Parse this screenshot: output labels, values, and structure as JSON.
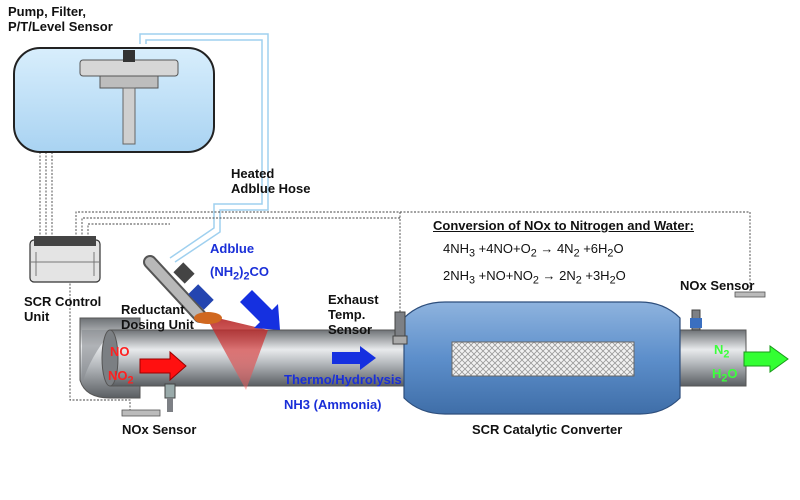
{
  "labels": {
    "pump_filter_line1": "Pump, Filter,",
    "pump_filter_line2": "P/T/Level Sensor",
    "heated_hose_line1": "Heated",
    "heated_hose_line2": "Adblue Hose",
    "scr_control_line1": "SCR Control",
    "scr_control_line2": "Unit",
    "dosing_line1": "Reductant",
    "dosing_line2": "Dosing Unit",
    "adblue": "Adblue",
    "exhaust_temp_line1": "Exhaust",
    "exhaust_temp_line2": "Temp.",
    "exhaust_temp_line3": "Sensor",
    "thermo": "Thermo/Hydrolysis",
    "nh3": "NH3 (Ammonia)",
    "nox_sensor_left": "NOx Sensor",
    "nox_sensor_right": "NOx Sensor",
    "catalytic": "SCR Catalytic Converter",
    "conversion_title": "Conversion of NOx to Nitrogen and Water:",
    "no": "NO",
    "no2": "NO",
    "n2": "N",
    "h2o_h": "H",
    "h2o_o": "O"
  },
  "formulas": {
    "adblue_formula": [
      "(NH",
      "2",
      ")",
      "2",
      "CO"
    ],
    "eq1": [
      "4NH",
      "3",
      " +4NO+O",
      "2",
      " → 4N",
      "2",
      " +6H",
      "2",
      "O"
    ],
    "eq2": [
      "2NH",
      "3",
      " +NO+NO",
      "2",
      " → 2N",
      "2",
      " +3H",
      "2",
      "O"
    ]
  },
  "colors": {
    "tank": "#b9ddf5",
    "converter": "#5b8fc9",
    "pipe": "#a8acb0",
    "label_blue": "#1a2fd8",
    "arrow_red": "#ff1010",
    "arrow_blue": "#1530e0",
    "arrow_green": "#33ff33"
  }
}
